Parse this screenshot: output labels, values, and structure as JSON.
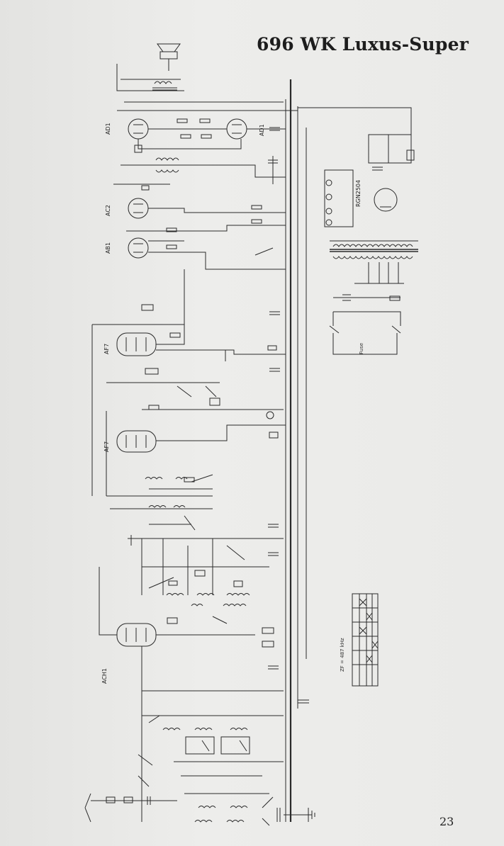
{
  "page": {
    "title": "696 WK Luxus-Super",
    "page_number": "23"
  },
  "tubes": [
    {
      "label": "AD1"
    },
    {
      "label": "AD1"
    },
    {
      "label": "AC2"
    },
    {
      "label": "AB1"
    },
    {
      "label": "AF7"
    },
    {
      "label": "AF7"
    },
    {
      "label": "ACH1"
    },
    {
      "label": "RGN2504"
    }
  ],
  "labels": {
    "zf": "ZF = 487 kHz",
    "outlet": "Fuse"
  }
}
